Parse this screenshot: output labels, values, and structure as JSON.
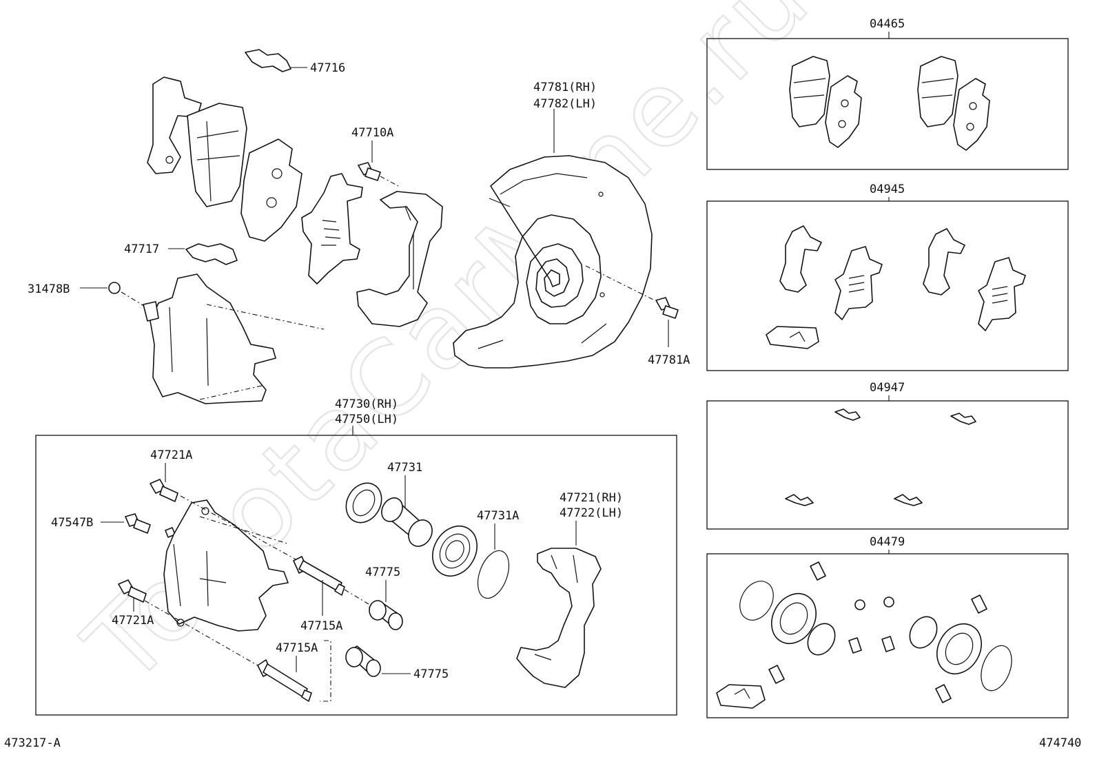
{
  "watermark": "ToyotaCarMine.ru",
  "footer": {
    "left_code": "473217-A",
    "right_code": "474740"
  },
  "labels": {
    "p47716": "47716",
    "p47710A": "47710A",
    "p47781_rh": "47781(RH)",
    "p47782_lh": "47782(LH)",
    "p47717": "47717",
    "p31478B": "31478B",
    "p47781A": "47781A",
    "p47730_rh": "47730(RH)",
    "p47750_lh": "47750(LH)",
    "p47721A_top": "47721A",
    "p47547B": "47547B",
    "p47721A_bottom": "47721A",
    "p47715A_mid": "47715A",
    "p47715A_low": "47715A",
    "p47731": "47731",
    "p47775_mid": "47775",
    "p47775_low": "47775",
    "p47731A": "47731A",
    "p47721_rh": "47721(RH)",
    "p47722_lh": "47722(LH)"
  },
  "kits": {
    "k04465": "04465",
    "k04945": "04945",
    "k04947": "04947",
    "k04479": "04479"
  }
}
